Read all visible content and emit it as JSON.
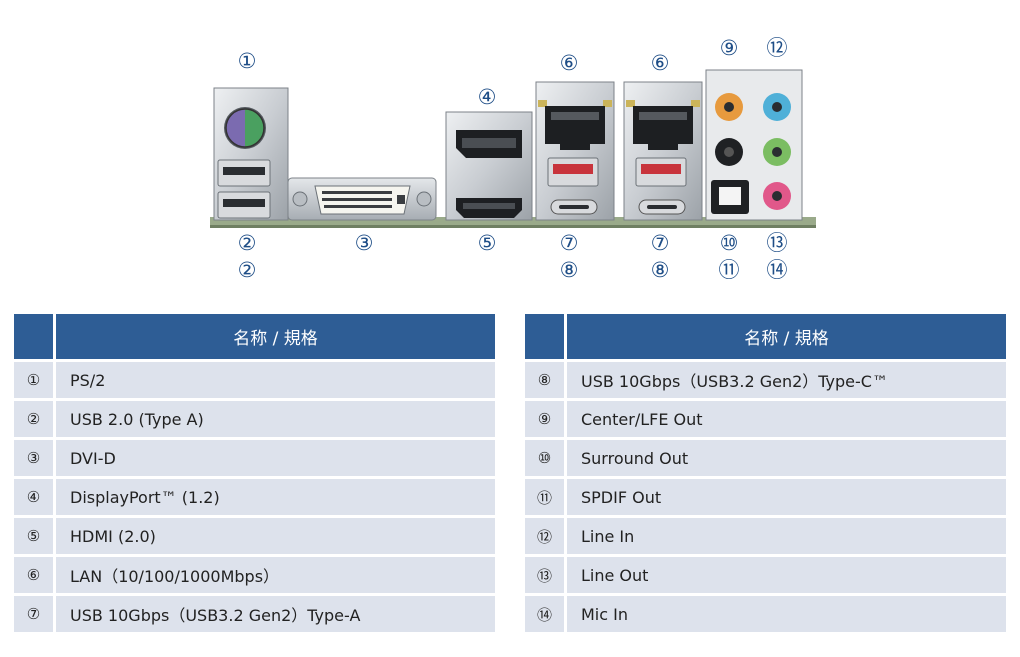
{
  "callouts": [
    {
      "id": "c1-top",
      "text": "①"
    },
    {
      "id": "c2-a",
      "text": "②"
    },
    {
      "id": "c2-b",
      "text": "②"
    },
    {
      "id": "c3",
      "text": "③"
    },
    {
      "id": "c4",
      "text": "④"
    },
    {
      "id": "c5",
      "text": "⑤"
    },
    {
      "id": "c6-a",
      "text": "⑥"
    },
    {
      "id": "c6-b",
      "text": "⑥"
    },
    {
      "id": "c7-a",
      "text": "⑦"
    },
    {
      "id": "c7-b",
      "text": "⑦"
    },
    {
      "id": "c8-a",
      "text": "⑧"
    },
    {
      "id": "c8-b",
      "text": "⑧"
    },
    {
      "id": "c9",
      "text": "⑨"
    },
    {
      "id": "c12",
      "text": "⑫"
    },
    {
      "id": "c10",
      "text": "⑩"
    },
    {
      "id": "c11",
      "text": "⑪"
    },
    {
      "id": "c13",
      "text": "⑬"
    },
    {
      "id": "c14",
      "text": "⑭"
    }
  ],
  "colors": {
    "header_bg": "#2e5d95",
    "row_bg": "#dde2ec",
    "callout": "#1f4e87",
    "audio_orange": "#e79a3e",
    "audio_blue": "#4fb0d8",
    "audio_green": "#7bbd62",
    "audio_pink": "#e1588a",
    "usb_red": "#c8343c",
    "ps2_purple": "#7b6bb0",
    "ps2_green": "#4aa060"
  },
  "left_table": {
    "header": "名称 / 規格",
    "rows": [
      {
        "no": "①",
        "name": "PS/2"
      },
      {
        "no": "②",
        "name": "USB 2.0 (Type A)"
      },
      {
        "no": "③",
        "name": "DVI-D"
      },
      {
        "no": "④",
        "name": "DisplayPort™ (1.2)"
      },
      {
        "no": "⑤",
        "name": "HDMI (2.0)"
      },
      {
        "no": "⑥",
        "name": "LAN（10/100/1000Mbps）"
      },
      {
        "no": "⑦",
        "name": "USB 10Gbps（USB3.2 Gen2）Type-A"
      }
    ]
  },
  "right_table": {
    "header": "名称 / 規格",
    "rows": [
      {
        "no": "⑧",
        "name": "USB 10Gbps（USB3.2 Gen2）Type-C™"
      },
      {
        "no": "⑨",
        "name": "Center/LFE Out"
      },
      {
        "no": "⑩",
        "name": "Surround Out"
      },
      {
        "no": "⑪",
        "name": "SPDIF Out"
      },
      {
        "no": "⑫",
        "name": "Line In"
      },
      {
        "no": "⑬",
        "name": "Line Out"
      },
      {
        "no": "⑭",
        "name": "Mic In"
      }
    ]
  }
}
